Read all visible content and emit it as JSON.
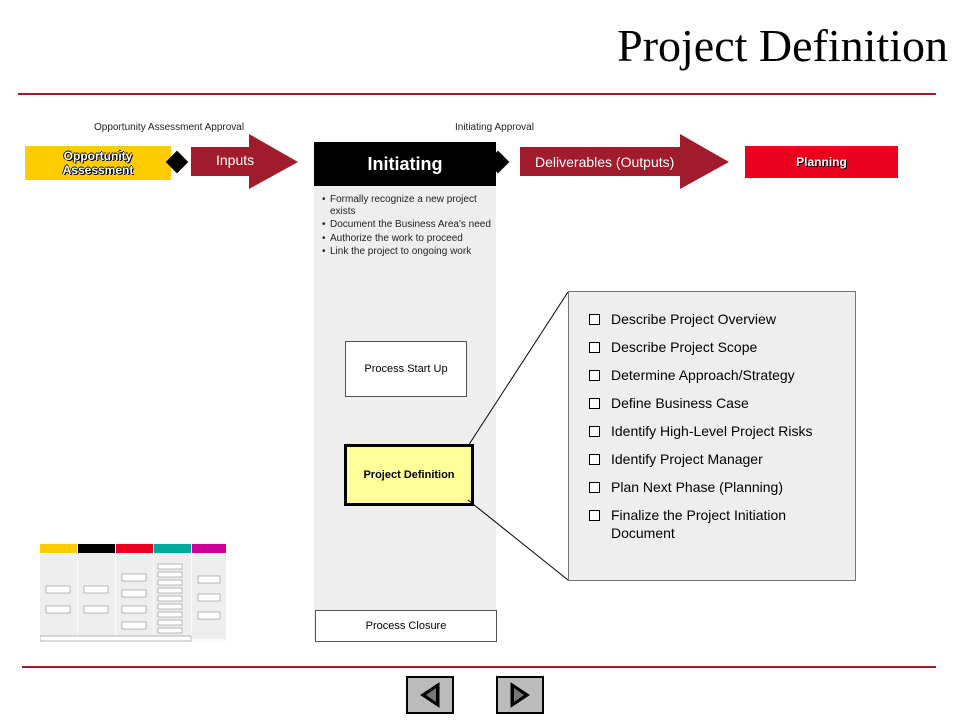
{
  "title": "Project Definition",
  "labels": {
    "opportunity_approval": "Opportunity Assessment Approval",
    "initiating_approval": "Initiating Approval"
  },
  "phases": {
    "opportunity": "Opportunity Assessment",
    "inputs": "Inputs",
    "initiating": "Initiating",
    "deliverables": "Deliverables (Outputs)",
    "planning": "Planning"
  },
  "initiating_bullets": [
    "Formally recognize a new project exists",
    "Document the Business Area's need",
    "Authorize the work to proceed",
    "Link the project to ongoing work"
  ],
  "process_start_up": "Process Start Up",
  "project_definition": "Project Definition",
  "process_closure": "Process Closure",
  "tasks": [
    "Describe Project Overview",
    "Describe Project Scope",
    "Determine Approach/Strategy",
    "Define Business Case",
    "Identify High-Level Project Risks",
    "Identify Project Manager",
    "Plan Next Phase (Planning)",
    "Finalize the Project Initiation Document"
  ],
  "colors": {
    "accent_red": "#a01c2c",
    "opportunity_yellow": "#ffcc00",
    "planning_red": "#e8001c",
    "highlight_yellow": "#ffff99",
    "thumb_colors": [
      "#ffcc00",
      "#000000",
      "#e8001c",
      "#00a99d",
      "#cc0099"
    ]
  },
  "icons": {
    "back": "triangle-left-icon",
    "forward": "triangle-right-icon"
  }
}
